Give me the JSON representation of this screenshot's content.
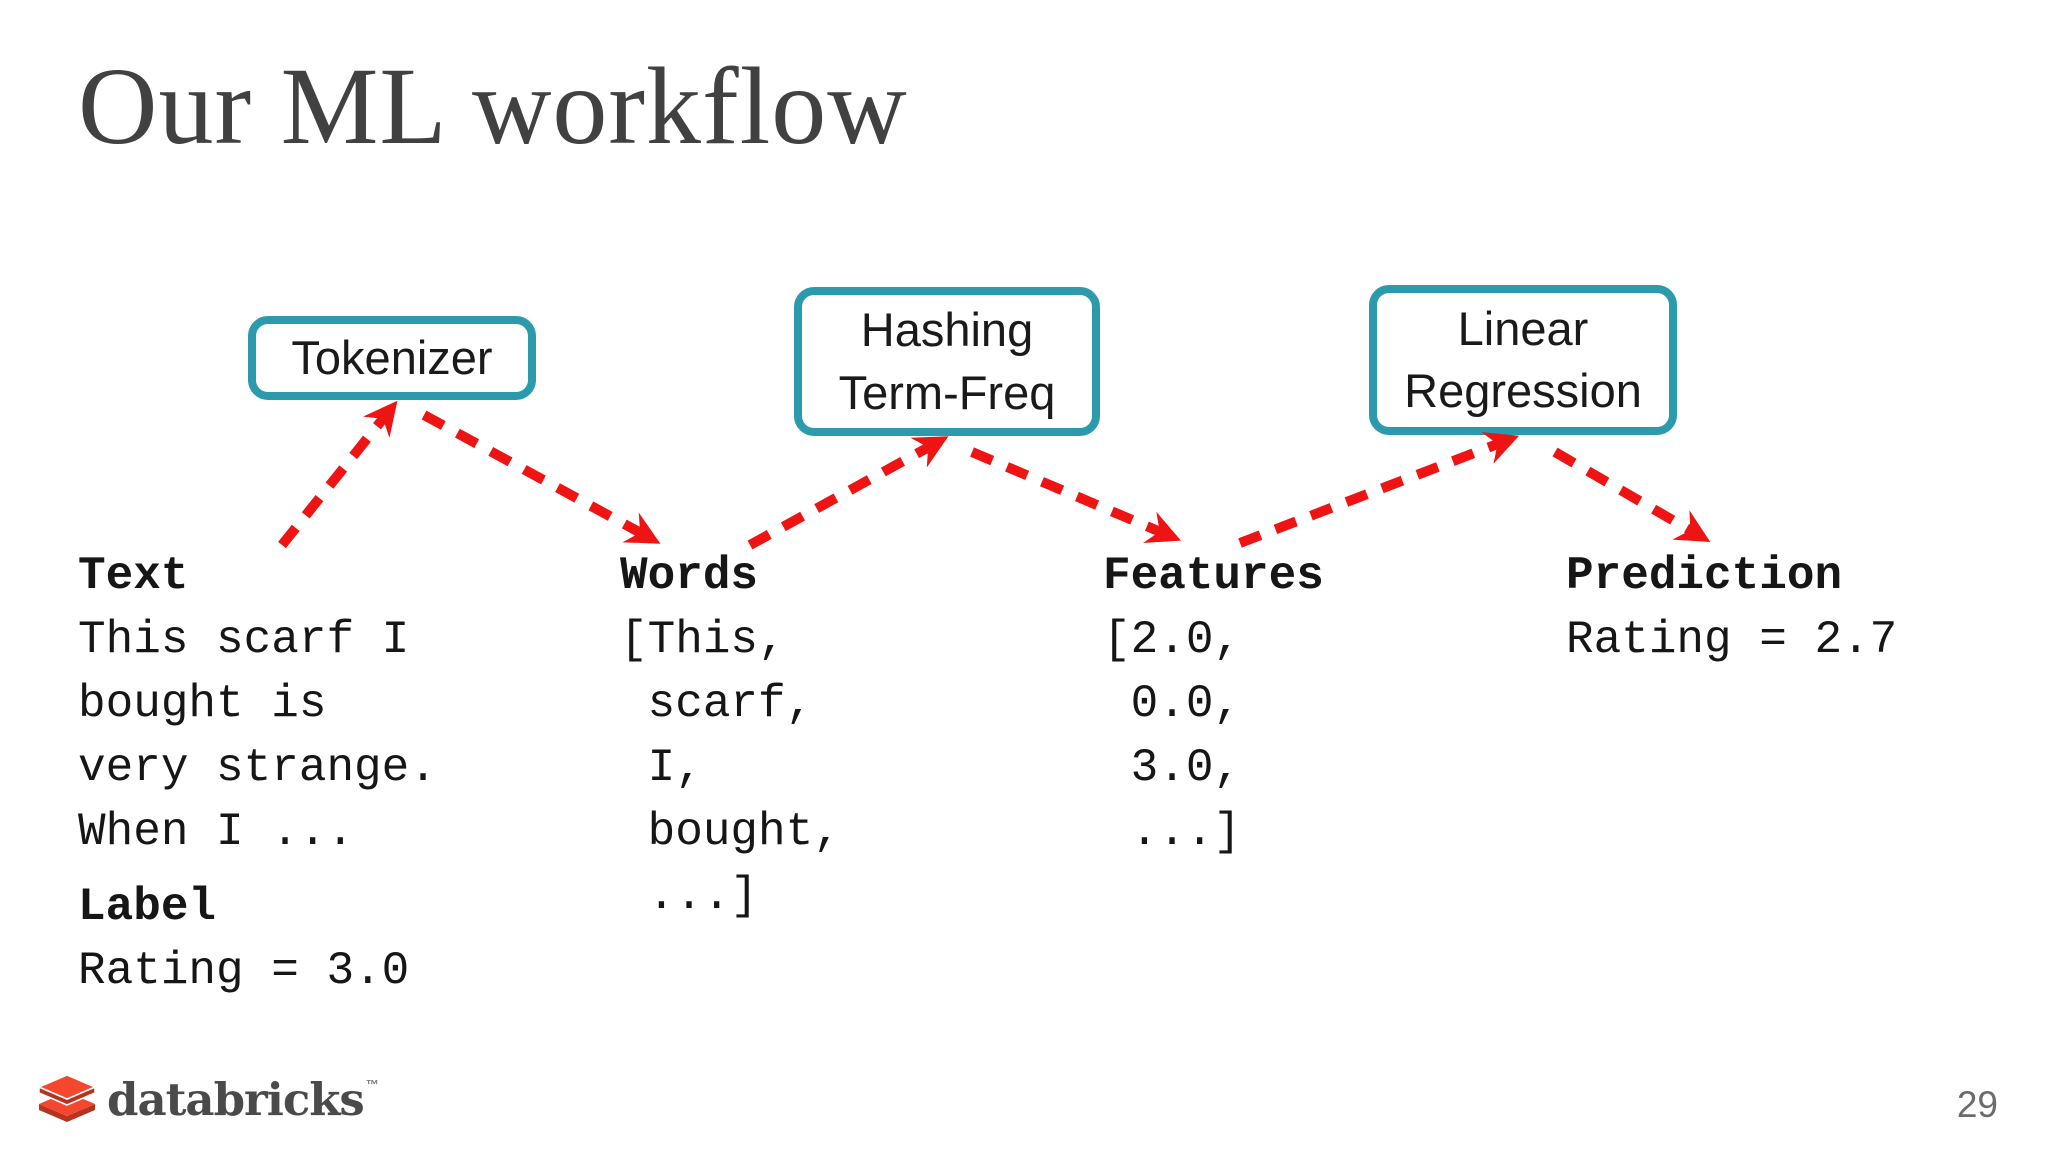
{
  "slide": {
    "title": "Our ML workflow",
    "page_number": "29"
  },
  "nodes": {
    "tokenizer": "Tokenizer",
    "hashing": "Hashing\nTerm-Freq",
    "linear": "Linear\nRegression"
  },
  "columns": {
    "text": {
      "heading": "Text",
      "body": "This scarf I\nbought is\nvery strange.\nWhen I ...",
      "label_heading": "Label",
      "label_body": "Rating = 3.0"
    },
    "words": {
      "heading": "Words",
      "body": "[This,\n scarf,\n I,\n bought,\n ...]"
    },
    "features": {
      "heading": "Features",
      "body": "[2.0,\n 0.0,\n 3.0,\n ...]"
    },
    "prediction": {
      "heading": "Prediction",
      "body": "Rating = 2.7"
    }
  },
  "workflow": {
    "edges": [
      {
        "from": "Text",
        "to": "Tokenizer"
      },
      {
        "from": "Tokenizer",
        "to": "Words"
      },
      {
        "from": "Words",
        "to": "Hashing Term-Freq"
      },
      {
        "from": "Hashing Term-Freq",
        "to": "Features"
      },
      {
        "from": "Features",
        "to": "Linear Regression"
      },
      {
        "from": "Linear Regression",
        "to": "Prediction"
      }
    ]
  },
  "footer": {
    "logo_text": "databricks",
    "trademark": "™"
  },
  "colors": {
    "accent_teal": "#2b9aac",
    "arrow_red": "#ee1414",
    "title_gray": "#414141",
    "body_black": "#161616",
    "logo_brick_light": "#f4472e",
    "logo_brick_dark": "#b5331f",
    "logo_text_gray": "#4a4a4a"
  }
}
